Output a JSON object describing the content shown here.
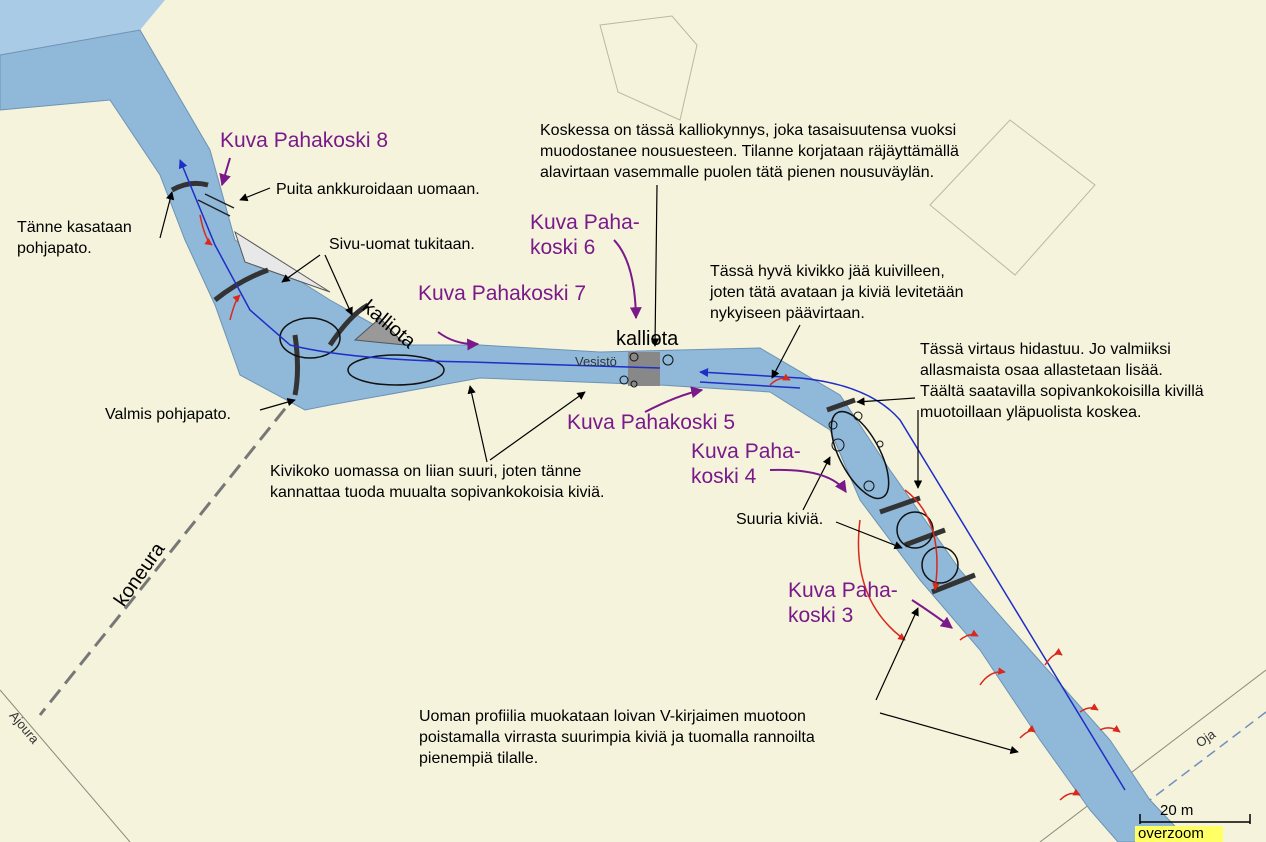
{
  "colors": {
    "land": "#f5f3dc",
    "water": "#aacbe6",
    "river": "#8fb8d9",
    "purple": "#7a1a8a",
    "arrow_red": "#d9281c",
    "arrow_blue": "#1f2ec6",
    "overzoom_bg": "#ffff66"
  },
  "annotations": {
    "koskessa": "Koskessa on tässä kalliokynnys, joka tasaisuutensa vuoksi\nmuodostanee nousuesteen. Tilanne korjataan räjäyttämällä\nalavirtaan vasemmalle puolen tätä pienen nousuväylän.",
    "puita": "Puita ankkuroidaan uomaan.",
    "tanne": "Tänne kasataan\npohjapato.",
    "sivu": "Sivu-uomat tukitaan.",
    "hyva": "Tässä hyvä kivikko jää kuivilleen,\njoten tätä avataan ja kiviä levitetään\nnykyiseen päävirtaan.",
    "virtaus": "Tässä virtaus hidastuu. Jo valmiiksi\nallasmaista osaa allastetaan lisää.\nTäältä saatavilla sopivankokoisilla kivillä\nmuotoillaan yläpuolista koskea.",
    "valmis": "Valmis pohjapato.",
    "kivikoko": "Kivikoko uomassa on liian suuri, joten tänne\nkannattaa tuoda muualta sopivankokoisia kiviä.",
    "suuria": "Suuria kiviä.",
    "uoman": "Uoman profiilia muokataan loivan V-kirjaimen muotoon\npoistamalla virrasta suurimpia kiviä ja tuomalla rannoilta\npienempiä tilalle."
  },
  "photo_labels": {
    "k8": "Kuva Pahakoski 8",
    "k7": "Kuva Pahakoski 7",
    "k6": "Kuva Paha-\nkoski 6",
    "k5": "Kuva Pahakoski 5",
    "k4": "Kuva Paha-\nkoski 4",
    "k3": "Kuva Paha-\nkoski 3"
  },
  "map_words": {
    "kalliota_1": "kalliota",
    "kalliota_2": "kalliota",
    "vesisto": "Vesistö",
    "koneura": "koneura",
    "ajoura": "Ajoura",
    "oja": "Oja"
  },
  "scale": {
    "distance": "20 m",
    "overzoom": "overzoom"
  }
}
